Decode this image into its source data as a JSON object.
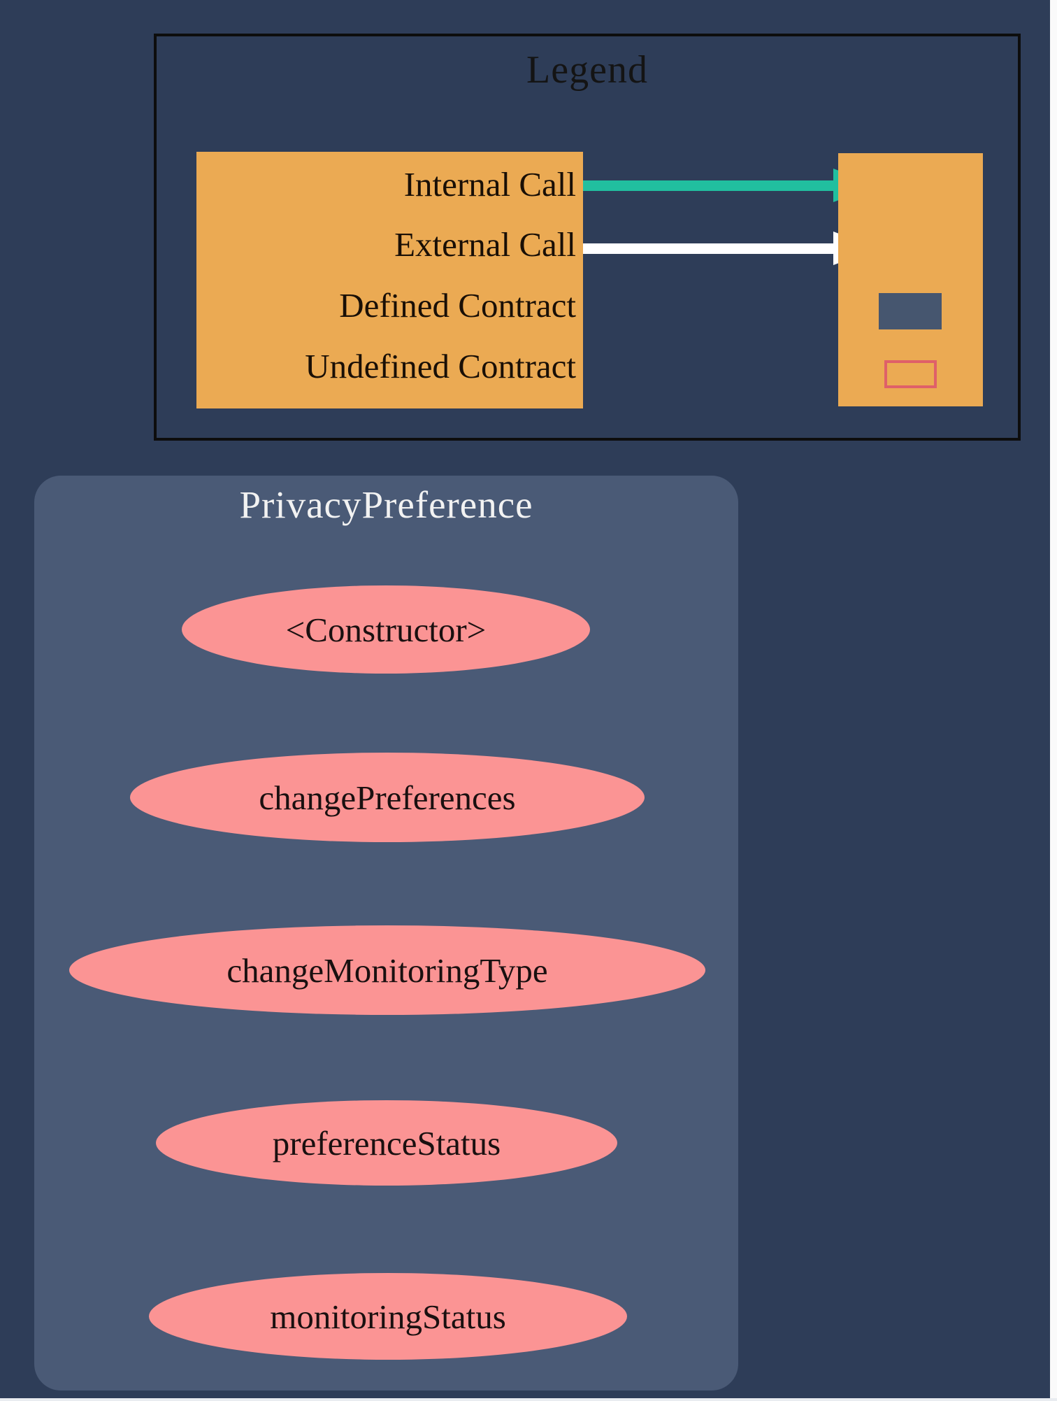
{
  "colors": {
    "background": "#2e3d58",
    "panel_fill": "#4a5a76",
    "legend_item_fill": "#ebaa53",
    "function_fill": "#fb9494",
    "internal_call_arrow": "#21bf9f",
    "external_call_arrow": "#ffffff",
    "defined_contract_fill": "#46566f",
    "undefined_contract_outline": "#df6069",
    "legend_border": "#0d0d0d",
    "title_text": "#f2f2f2",
    "label_text": "#190f06"
  },
  "legend": {
    "title": "Legend",
    "items": [
      {
        "label": "Internal Call",
        "symbol": "teal-arrow"
      },
      {
        "label": "External Call",
        "symbol": "white-arrow"
      },
      {
        "label": "Defined Contract",
        "symbol": "filled-rect"
      },
      {
        "label": "Undefined Contract",
        "symbol": "outlined-rect"
      }
    ]
  },
  "contract": {
    "title": "PrivacyPreference",
    "functions": [
      "<Constructor>",
      "changePreferences",
      "changeMonitoringType",
      "preferenceStatus",
      "monitoringStatus"
    ]
  }
}
